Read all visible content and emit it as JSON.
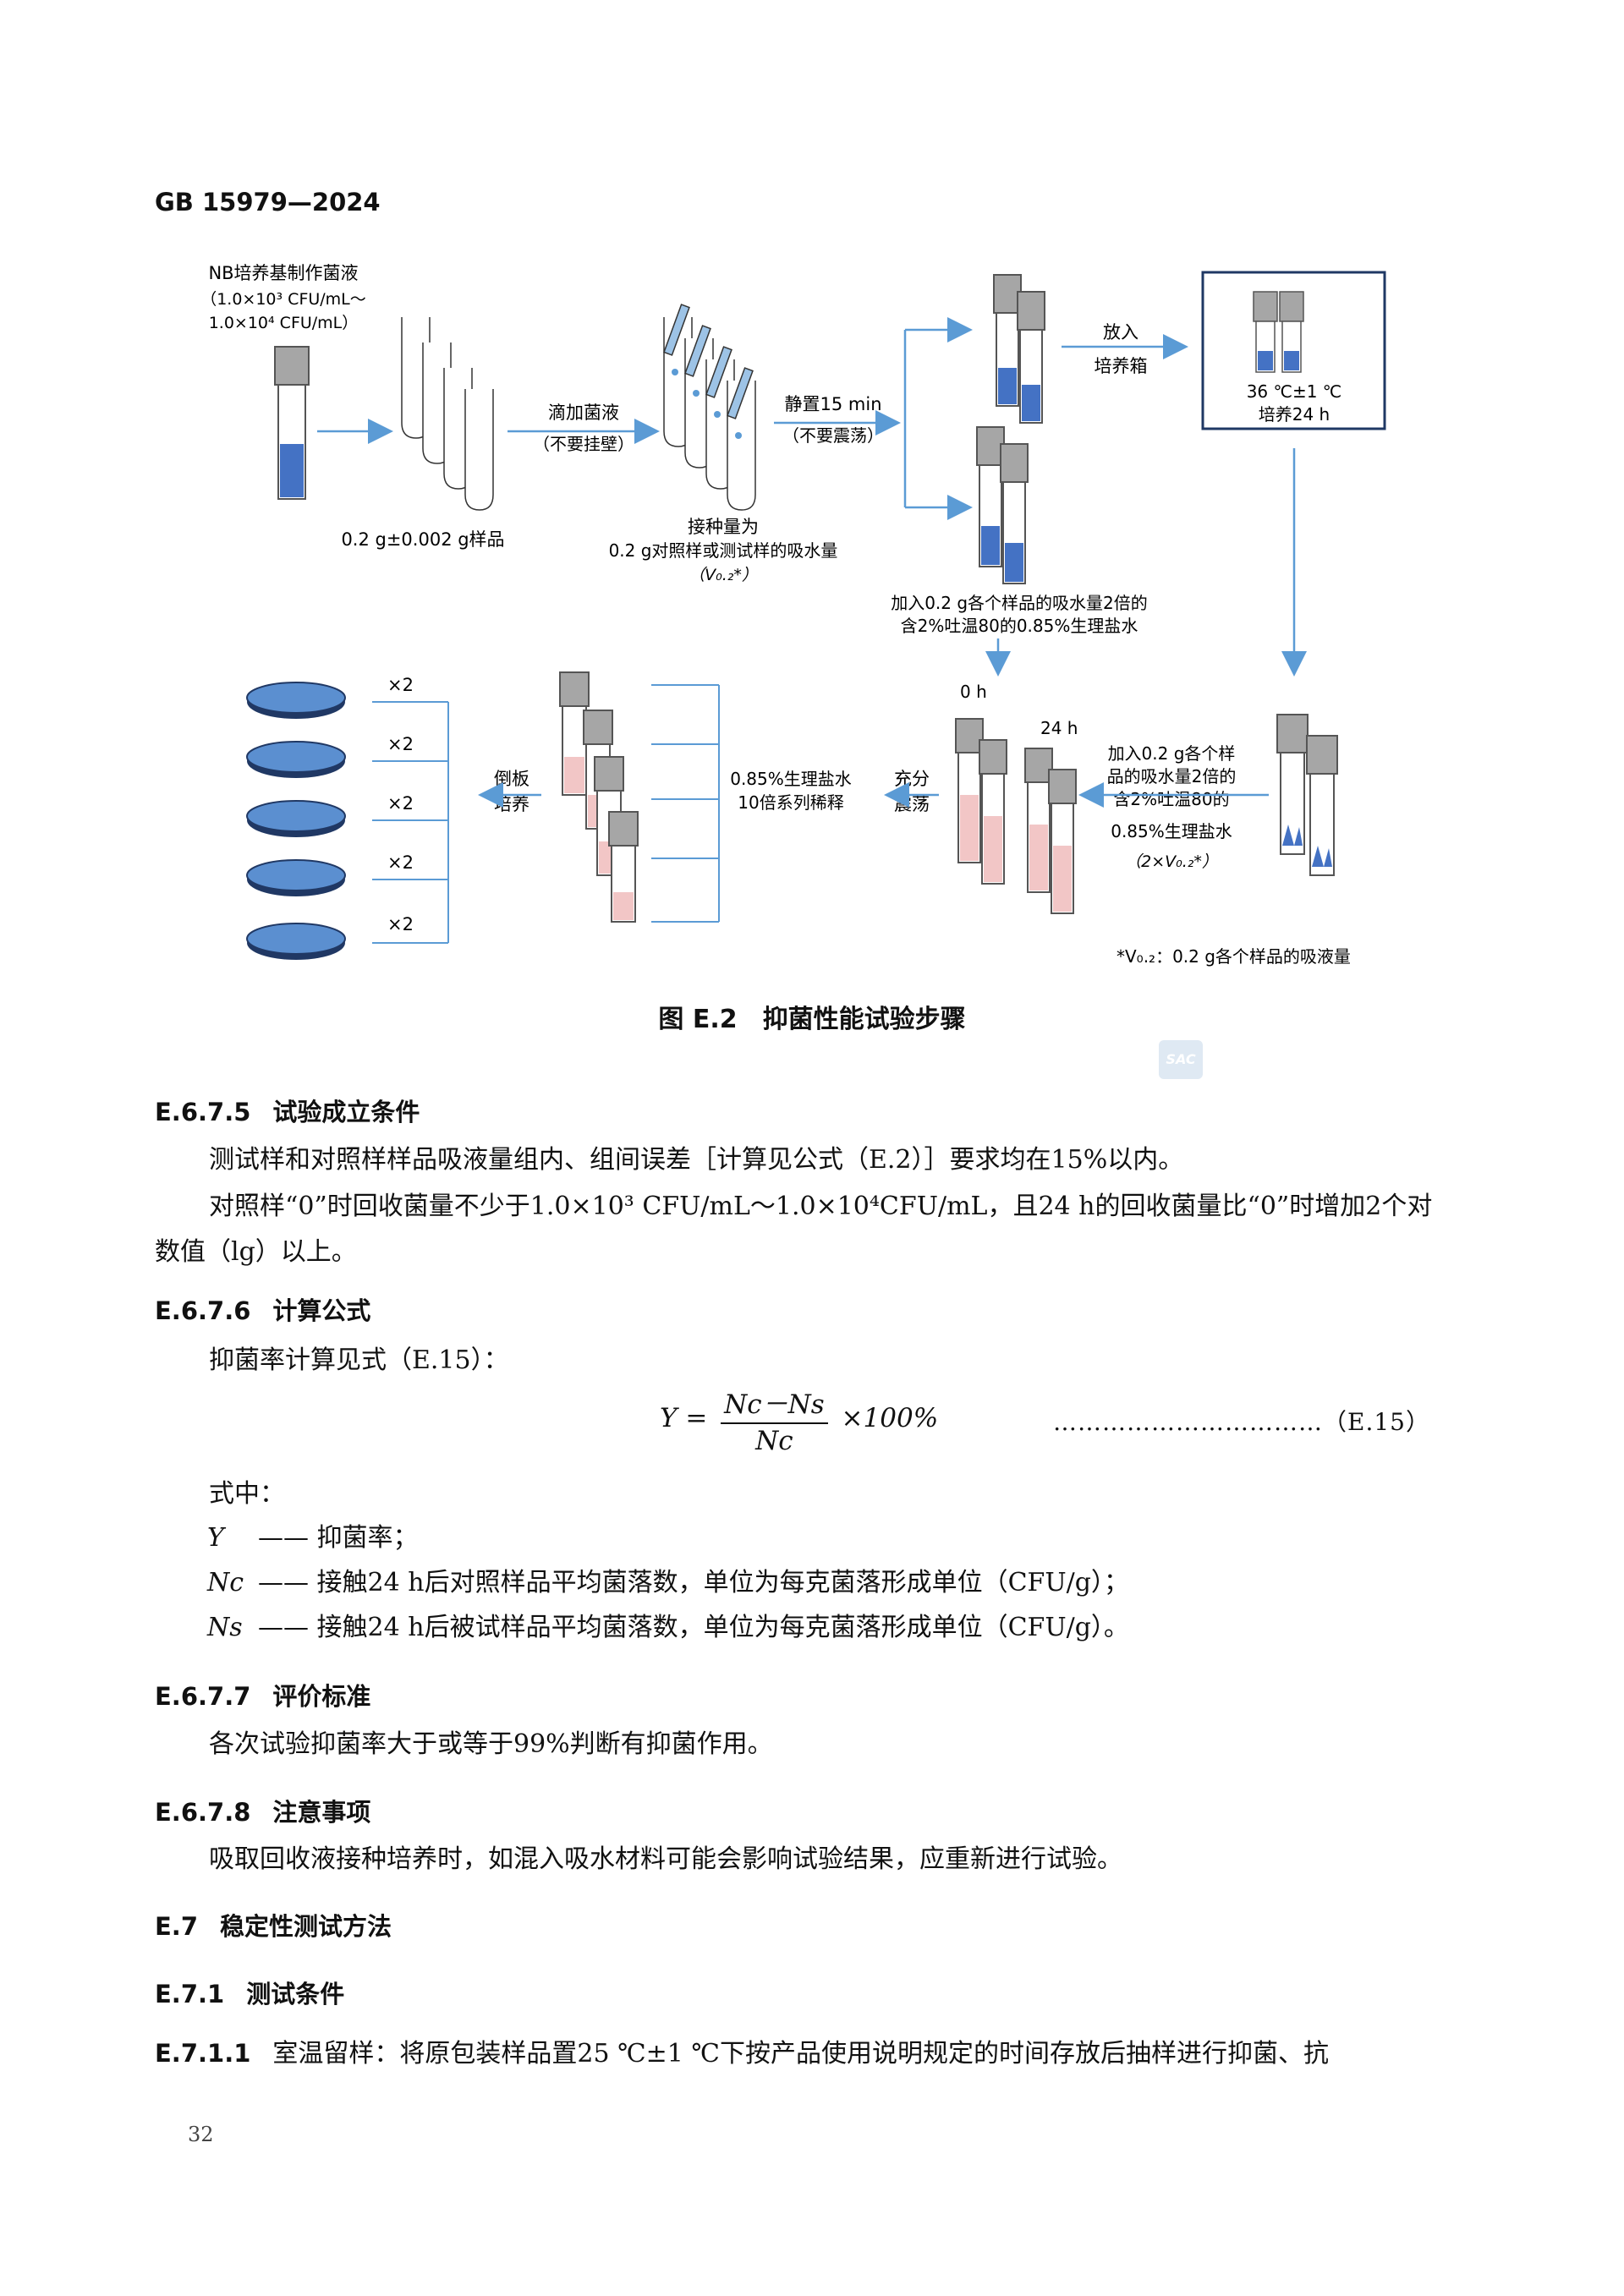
{
  "header": {
    "standard": "GB 15979—2024"
  },
  "figure": {
    "labels": {
      "nb_culture": "NB培养基制作菌液",
      "conc_line1": "（1.0×10³ CFU/mL～",
      "conc_line2": "1.0×10⁴ CFU/mL）",
      "sample_mass": "0.2 g±0.002 g样品",
      "drip_label": "滴加菌液",
      "drip_note": "（不要挂壁）",
      "inoc_line1": "接种量为",
      "inoc_line2": "0.2 g对照样或测试样的吸水量",
      "inoc_line3": "（V₀.₂*）",
      "stand_label": "静置15 min",
      "stand_note": "（不要震荡）",
      "put_label": "放入",
      "incubator_label": "培养箱",
      "incub_temp": "36 ℃±1 ℃",
      "incub_time": "培养24 h",
      "add_line1": "加入0.2 g各个样品的吸水量2倍的",
      "add_line2": "含2%吐温80的0.85%生理盐水",
      "time_0h": "0 h",
      "time_24h": "24 h",
      "add2_line1": "加入0.2 g各个样",
      "add2_line2": "品的吸水量2倍的",
      "add2_line3": "含2%吐温80的",
      "add2_line4": "0.85%生理盐水",
      "add2_line5": "（2×V₀.₂*）",
      "shake_line1": "充分",
      "shake_line2": "震荡",
      "dilute_line1": "0.85%生理盐水",
      "dilute_line2": "10倍系列稀释",
      "pour_line1": "倒板",
      "pour_line2": "培养",
      "plate_mult": "×2",
      "footnote": "*V₀.₂：0.2 g各个样品的吸液量"
    },
    "caption": "图 E.2　抑菌性能试验步骤",
    "colors": {
      "blue_liquid": "#4472c4",
      "pink_liquid": "#f2c6c6",
      "cap_gray": "#a6a6a6",
      "arrow_blue": "#5b9bd5",
      "plate_blue": "#5b8fd0"
    }
  },
  "watermark": "SAC",
  "sections": {
    "s1": {
      "num": "E.6.7.5",
      "title": "试验成立条件"
    },
    "s1_p1": "测试样和对照样样品吸液量组内、组间误差［计算见公式（E.2）］要求均在15%以内。",
    "s1_p2": "对照样“0”时回收菌量不少于1.0×10³ CFU/mL～1.0×10⁴CFU/mL，且24 h的回收菌量比“0”时增加2个对数值（lg）以上。",
    "s2": {
      "num": "E.6.7.6",
      "title": "计算公式"
    },
    "s2_p1": "抑菌率计算见式（E.15）：",
    "formula": {
      "lhs": "Y =",
      "numerator": "Nc－Ns",
      "denominator": "Nc",
      "rhs": "×100%",
      "dots": "……………………………",
      "tag": "（E.15）"
    },
    "s2_where": "式中：",
    "defs": [
      {
        "sym": "Y",
        "text": "—— 抑菌率；"
      },
      {
        "sym": "Nc",
        "text": "—— 接触24 h后对照样品平均菌落数，单位为每克菌落形成单位（CFU/g）；"
      },
      {
        "sym": "Ns",
        "text": "—— 接触24 h后被试样品平均菌落数，单位为每克菌落形成单位（CFU/g）。"
      }
    ],
    "s3": {
      "num": "E.6.7.7",
      "title": "评价标准"
    },
    "s3_p1": "各次试验抑菌率大于或等于99%判断有抑菌作用。",
    "s4": {
      "num": "E.6.7.8",
      "title": "注意事项"
    },
    "s4_p1": "吸取回收液接种培养时，如混入吸水材料可能会影响试验结果，应重新进行试验。",
    "s5": {
      "num": "E.7",
      "title": "稳定性测试方法"
    },
    "s6": {
      "num": "E.7.1",
      "title": "测试条件"
    },
    "s7": {
      "num": "E.7.1.1",
      "text": "室温留样：将原包装样品置25 ℃±1 ℃下按产品使用说明规定的时间存放后抽样进行抑菌、抗"
    }
  },
  "page_number": "32"
}
